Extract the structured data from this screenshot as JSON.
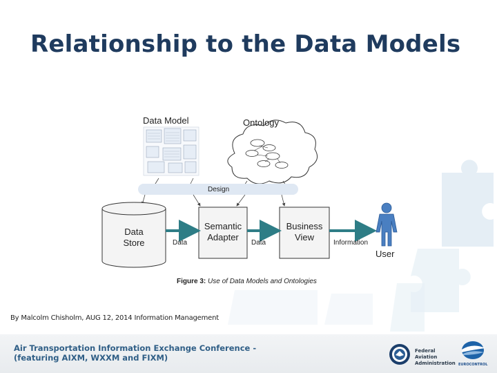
{
  "slide": {
    "title": "Relationship to the Data Models",
    "byline": "By Malcolm Chisholm, AUG 12, 2014 Information Management"
  },
  "diagram": {
    "data_model_label": "Data Model",
    "ontology_label": "Ontology",
    "design_label": "Design",
    "data_store_label": "Data Store",
    "semantic_adapter_label": "Semantic Adapter",
    "business_view_label": "Business View",
    "edge_data_1": "Data",
    "edge_data_2": "Data",
    "edge_information": "Information",
    "user_label": "User",
    "caption_prefix": "Figure 3:",
    "caption_text": "Use of Data Models and Ontologies",
    "colors": {
      "arrow": "#2e7d86",
      "design_bar": "#dfe8f3",
      "box_fill": "#f4f4f4",
      "user": "#4a7fc1"
    }
  },
  "footer": {
    "line1": "Air Transportation Information Exchange Conference -",
    "line2": "(featuring AIXM, WXXM and FIXM)",
    "faa_text": "Federal Aviation Administration",
    "eurocontrol_text": "EUROCONTROL",
    "colors": {
      "text": "#2f5e86"
    }
  }
}
